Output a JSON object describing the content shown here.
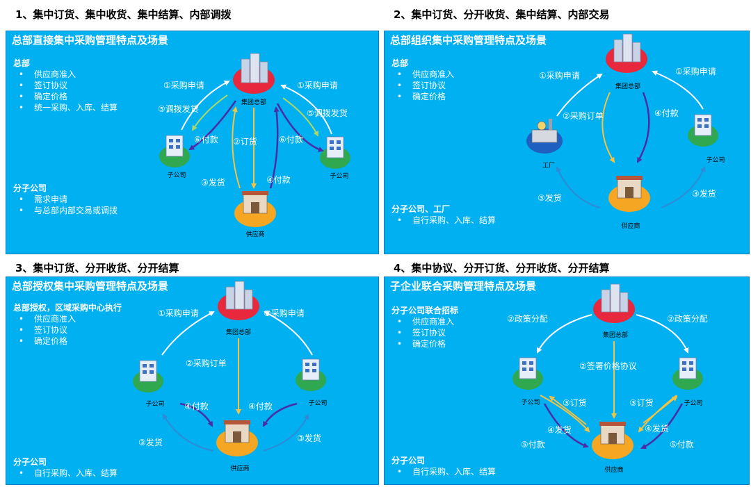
{
  "quadrant_titles": [
    "1、集中订货、集中收货、集中结算、内部调拨",
    "2、集中订货、分开收货、集中结算、内部交易",
    "3、集中订货、分开收货、分开结算",
    "4、集中协议、分开订货、分开收货、分开结算"
  ],
  "panel1": {
    "title": "总部直接集中采购管理特点及场景",
    "hq": {
      "heading": "总部",
      "items": [
        "供应商准入",
        "签订协议",
        "确定价格",
        "统一采购、入库、结算"
      ]
    },
    "sub": {
      "heading": "分子公司",
      "items": [
        "需求申请",
        "与总部内部交易或调拨"
      ]
    },
    "nodes": {
      "hq": "集团总部",
      "sub_left": "子公司",
      "sub_right": "子公司",
      "supplier": "供应商"
    },
    "flows": {
      "apply_left": "①采购申请",
      "apply_right": "①采购申请",
      "allot_left": "⑤调拨发货",
      "allot_right": "⑤调拨发货",
      "pay6_left": "⑥付款",
      "pay6_right": "⑥付款",
      "order": "②订货",
      "ship": "③发货",
      "pay4": "④付款"
    }
  },
  "panel2": {
    "title": "总部组织集中采购管理特点及场景",
    "hq": {
      "heading": "总部",
      "items": [
        "供应商准入",
        "签订协议",
        "确定价格"
      ]
    },
    "sub": {
      "heading": "分子公司、工厂",
      "items": [
        "自行采购、入库、结算"
      ]
    },
    "nodes": {
      "hq": "集团总部",
      "factory": "工厂",
      "sub": "子公司",
      "supplier": "供应商"
    },
    "flows": {
      "apply_left": "①采购申请",
      "apply_right": "①采购申请",
      "order": "②采购订单",
      "pay": "④付款",
      "ship_left": "③发货",
      "ship_right": "③发货"
    }
  },
  "panel3": {
    "title": "总部授权集中采购管理特点及场景",
    "hq": {
      "heading": "总部授权，区域采购中心执行",
      "items": [
        "供应商准入",
        "签订协议",
        "确定价格"
      ]
    },
    "sub": {
      "heading": "分子公司",
      "items": [
        "自行采购、入库、结算"
      ]
    },
    "nodes": {
      "hq": "集团总部",
      "sub_left": "子公司",
      "sub_right": "子公司",
      "supplier": "供应商"
    },
    "flows": {
      "apply_left": "①采购申请",
      "apply_right": "①采购申请",
      "order": "②采购订单",
      "pay_left": "④付款",
      "pay_right": "④付款",
      "ship_left": "③发货",
      "ship_right": "③发货"
    }
  },
  "panel4": {
    "title": "子企业联合采购管理特点及场景",
    "hq": {
      "heading": "分子公司联合招标",
      "items": [
        "供应商准入",
        "签订协议",
        "确定价格"
      ]
    },
    "sub": {
      "heading": "分子公司",
      "items": [
        "自行采购、入库、结算"
      ]
    },
    "nodes": {
      "hq": "集团总部",
      "sub_left": "子公司",
      "sub_right": "子公司",
      "supplier": "供应商"
    },
    "flows": {
      "policy_left": "②政策分配",
      "policy_right": "②政策分配",
      "sign": "②签署价格协议",
      "order_left": "③订货",
      "order_right": "③订货",
      "ship_left": "④发货",
      "ship_right": "④发货",
      "pay_left": "⑤付款",
      "pay_right": "⑤付款"
    }
  },
  "colors": {
    "panel_bg": "#00b0f0",
    "arrow_white": "#ffffff",
    "arrow_yellow": "#f5c242",
    "arrow_purple": "#4b2ca8",
    "arrow_blue": "#2f8ad8",
    "arrow_green": "#a8d86b",
    "hq_red": "#e8283c",
    "sub_green": "#2fa84f",
    "supplier_orange": "#f5a623",
    "factory_blue": "#1f5fbf"
  },
  "icons": [
    "office-tower-icon",
    "building-icon",
    "shop-icon",
    "factory-icon"
  ]
}
